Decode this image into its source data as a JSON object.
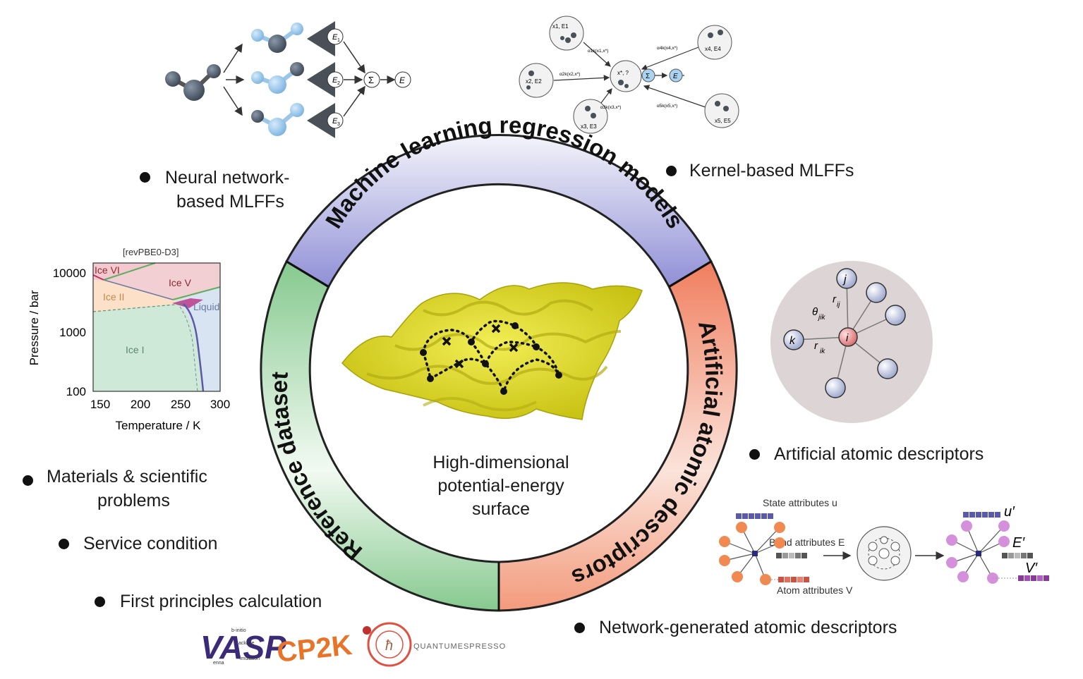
{
  "ring": {
    "top_label": "Machine learning regression models",
    "right_label": "Artificial atomic descriptors",
    "left_label": "Reference dataset",
    "colors": {
      "top": "#8f8fd8",
      "right": "#f08c6c",
      "left": "#7fc48a"
    }
  },
  "center": {
    "caption_lines": [
      "High-dimensional",
      "potential-energy",
      "surface"
    ]
  },
  "bullets": {
    "nn": [
      "Neural network-",
      "based MLFFs"
    ],
    "kernel": "Kernel-based MLFFs",
    "artificial": "Artificial atomic descriptors",
    "materials": [
      "Materials & scientific",
      "problems"
    ],
    "service": "Service condition",
    "first_principles": "First principles calculation",
    "network": "Network-generated atomic descriptors"
  },
  "nn_panel": {
    "energies": [
      "E",
      "E",
      "E"
    ],
    "energy_subs": [
      "1",
      "2",
      "3"
    ],
    "sum": "Σ",
    "output": "E"
  },
  "kernel_panel": {
    "query": "x*, ?",
    "sum": "Σ",
    "output": "E",
    "nodes": [
      "x1, E1",
      "x2, E2",
      "x3, E3",
      "x4, E4",
      "x5, E5"
    ],
    "weights": [
      "α1k(x1,x*)",
      "α2k(x2,x*)",
      "α3k(x3,x*)",
      "α4k(x4,x*)",
      "α5k(x5,x*)"
    ]
  },
  "phase_diagram": {
    "title": "[revPBE0-D3]",
    "xlabel": "Temperature / K",
    "ylabel": "Pressure / bar",
    "xticks": [
      "150",
      "200",
      "250",
      "300"
    ],
    "yticks": [
      "10000",
      "1000",
      "100"
    ],
    "regions": [
      "Ice VI",
      "Ice V",
      "Ice II",
      "Liquid",
      "Ice I"
    ]
  },
  "descriptor_panel": {
    "labels": [
      "j",
      "i",
      "k"
    ],
    "r_ij": "r",
    "r_ij_sub": "ij",
    "r_ik": "r",
    "r_ik_sub": "ik",
    "theta": "θ",
    "theta_sub": "jik"
  },
  "graph_panel": {
    "state": "State attributes u",
    "bond": "Bond attributes E",
    "atom": "Atom attributes V",
    "u_prime": "u′",
    "e_prime": "E′",
    "v_prime": "V′"
  },
  "logos": {
    "vasp": "VASP",
    "vasp_small": [
      "b-initio",
      "ackage",
      "imulation",
      "enna"
    ],
    "cp2k": "CP2K",
    "qe": "QUANTUMESPRESSO"
  }
}
